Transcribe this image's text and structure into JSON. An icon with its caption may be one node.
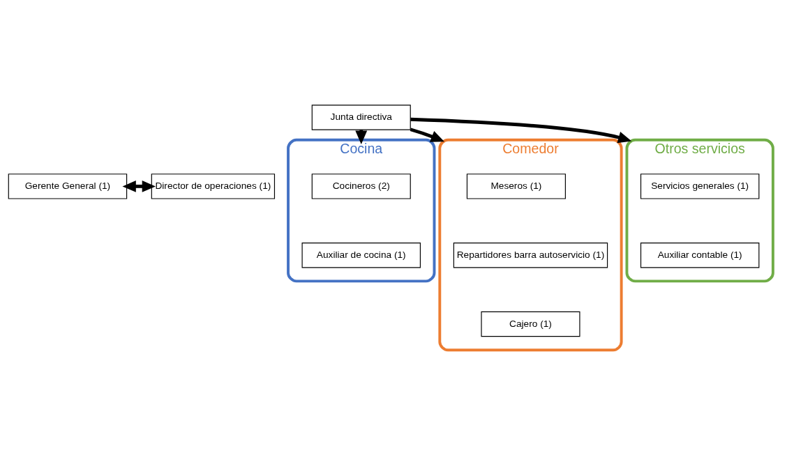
{
  "diagram": {
    "nodes": [
      {
        "text": [
          "Junta directiva"
        ]
      },
      {
        "text": [
          "Gerente General (1)"
        ]
      },
      {
        "text": [
          "Director de operaciones (1)"
        ]
      },
      {
        "text": [
          "Cocina"
        ]
      },
      {
        "text": [
          "Cocineros (2)"
        ],
        "in": 3
      },
      {
        "text": [
          "Auxiliar de cocina (1)"
        ],
        "in": 3
      },
      {
        "text": [
          "Comedor"
        ]
      },
      {
        "text": [
          "Meseros (1)"
        ],
        "in": 6
      },
      {
        "text": [
          "Repartidores barra autoservicio (1)"
        ],
        "in": 6
      },
      {
        "text": [
          "Cajero (1)"
        ],
        "in": 6
      },
      {
        "text": [
          "Otros servicios"
        ]
      },
      {
        "text": [
          "Servicios generales (1)"
        ],
        "in": 10
      },
      {
        "text": [
          "Auxiliar contable (1)"
        ],
        "in": 10
      }
    ],
    "edges": [
      {
        "from": 0,
        "to": 3,
        "arrow": "to"
      },
      {
        "from": 0,
        "to": 6,
        "arrow": "to"
      },
      {
        "from": 0,
        "to": 10,
        "arrow": "to"
      },
      {
        "from": 1,
        "to": 2,
        "arrow": "both"
      }
    ]
  }
}
